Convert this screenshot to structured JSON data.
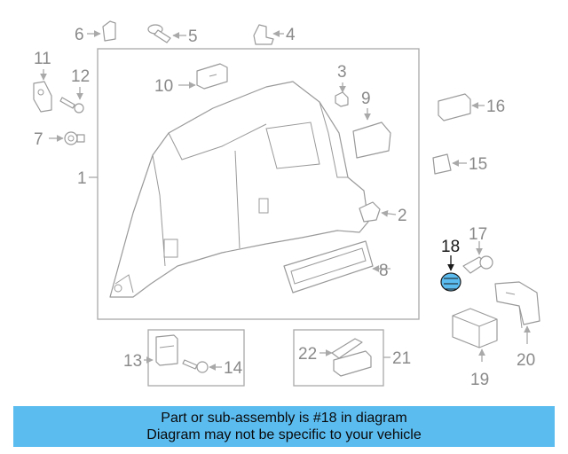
{
  "diagram": {
    "highlight_color": "#5bbcf0",
    "highlighted_part": "18",
    "callouts": [
      "1",
      "2",
      "3",
      "4",
      "5",
      "6",
      "7",
      "8",
      "9",
      "10",
      "11",
      "12",
      "13",
      "14",
      "15",
      "16",
      "17",
      "18",
      "19",
      "20",
      "21",
      "22"
    ]
  },
  "banner": {
    "line1": "Part or sub-assembly is #18 in diagram",
    "line2": "Diagram may not be specific to your vehicle"
  }
}
